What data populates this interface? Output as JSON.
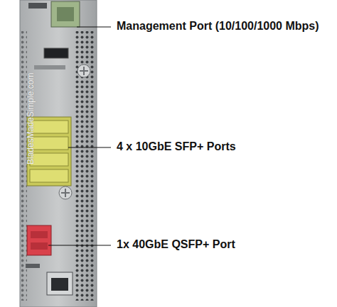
{
  "diagram": {
    "labels": [
      "Management Port (10/100/1000 Mbps)",
      "BladesMadeSimple.com",
      "4 x 10GbE SFP+ Ports",
      "1x 40GbE QSFP+ Port"
    ]
  }
}
